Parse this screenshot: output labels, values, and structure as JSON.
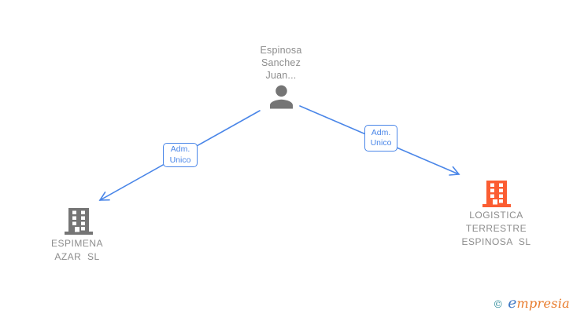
{
  "diagram": {
    "person": {
      "name": "Espinosa\nSanchez\nJuan...",
      "icon": "person-icon"
    },
    "edges": [
      {
        "label": "Adm.\nUnico"
      },
      {
        "label": "Adm.\nUnico"
      }
    ],
    "companies": [
      {
        "name": "ESPIMENA\nAZAR  SL",
        "icon": "building-icon",
        "icon_color": "#757575"
      },
      {
        "name": "LOGISTICA\nTERRESTRE\nESPINOSA  SL",
        "icon": "building-icon",
        "icon_color": "#fb5d32"
      }
    ]
  },
  "footer": {
    "copyright_symbol": "©",
    "brand_e": "e",
    "brand_rest": "mpresia"
  },
  "colors": {
    "edge_blue": "#4a86e8",
    "icon_gray": "#757575",
    "text_gray": "#8d8d8d",
    "company_orange": "#fb5d32",
    "logo_teal": "#2e8b9a",
    "logo_blue": "#4179c4",
    "logo_orange": "#e87a2a",
    "background": "#ffffff"
  }
}
